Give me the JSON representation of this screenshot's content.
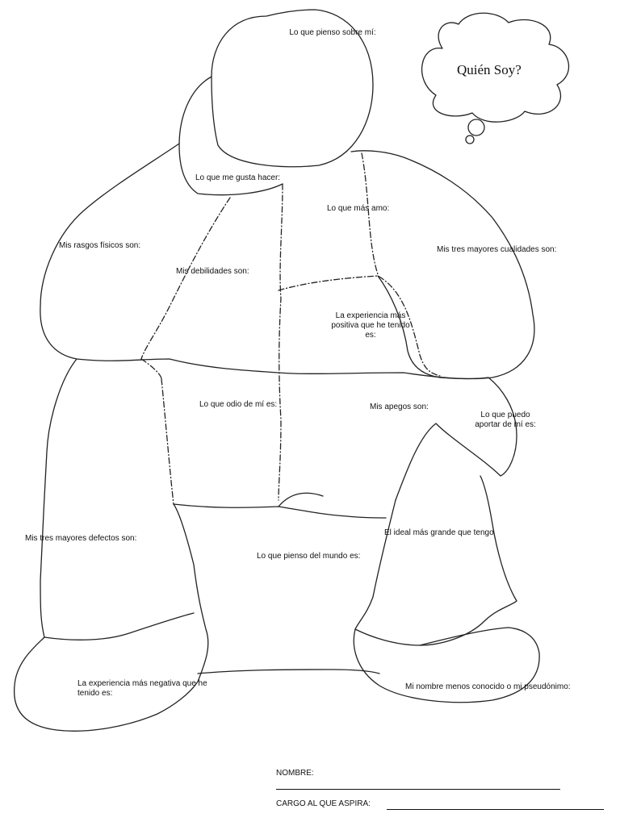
{
  "thought_bubble": {
    "title": "Quién Soy?"
  },
  "regions": {
    "head": "Lo que pienso sobre mí:",
    "likes": "Lo que me gusta hacer:",
    "love": "Lo que más amo:",
    "physical": "Mis rasgos físicos son:",
    "qualities": "Mis tres mayores cualidades son:",
    "weaknesses": "Mis debilidades son:",
    "positive_exp": "La experiencia más positiva que he tenido es:",
    "hate": "Lo que odio de mí es:",
    "attachments": "Mis apegos son:",
    "contribute": "Lo que puedo aportar de mí es:",
    "defects": "Mis tres mayores defectos son:",
    "ideal": "El ideal más grande que tengo",
    "world": "Lo que pienso del mundo es:",
    "negative_exp": "La experiencia más negativa que he tenido es:",
    "nickname": "Mi nombre menos conocido o mi pseudónimo:"
  },
  "form": {
    "name_label": "NOMBRE:",
    "position_label": "CARGO AL QUE ASPIRA:"
  }
}
